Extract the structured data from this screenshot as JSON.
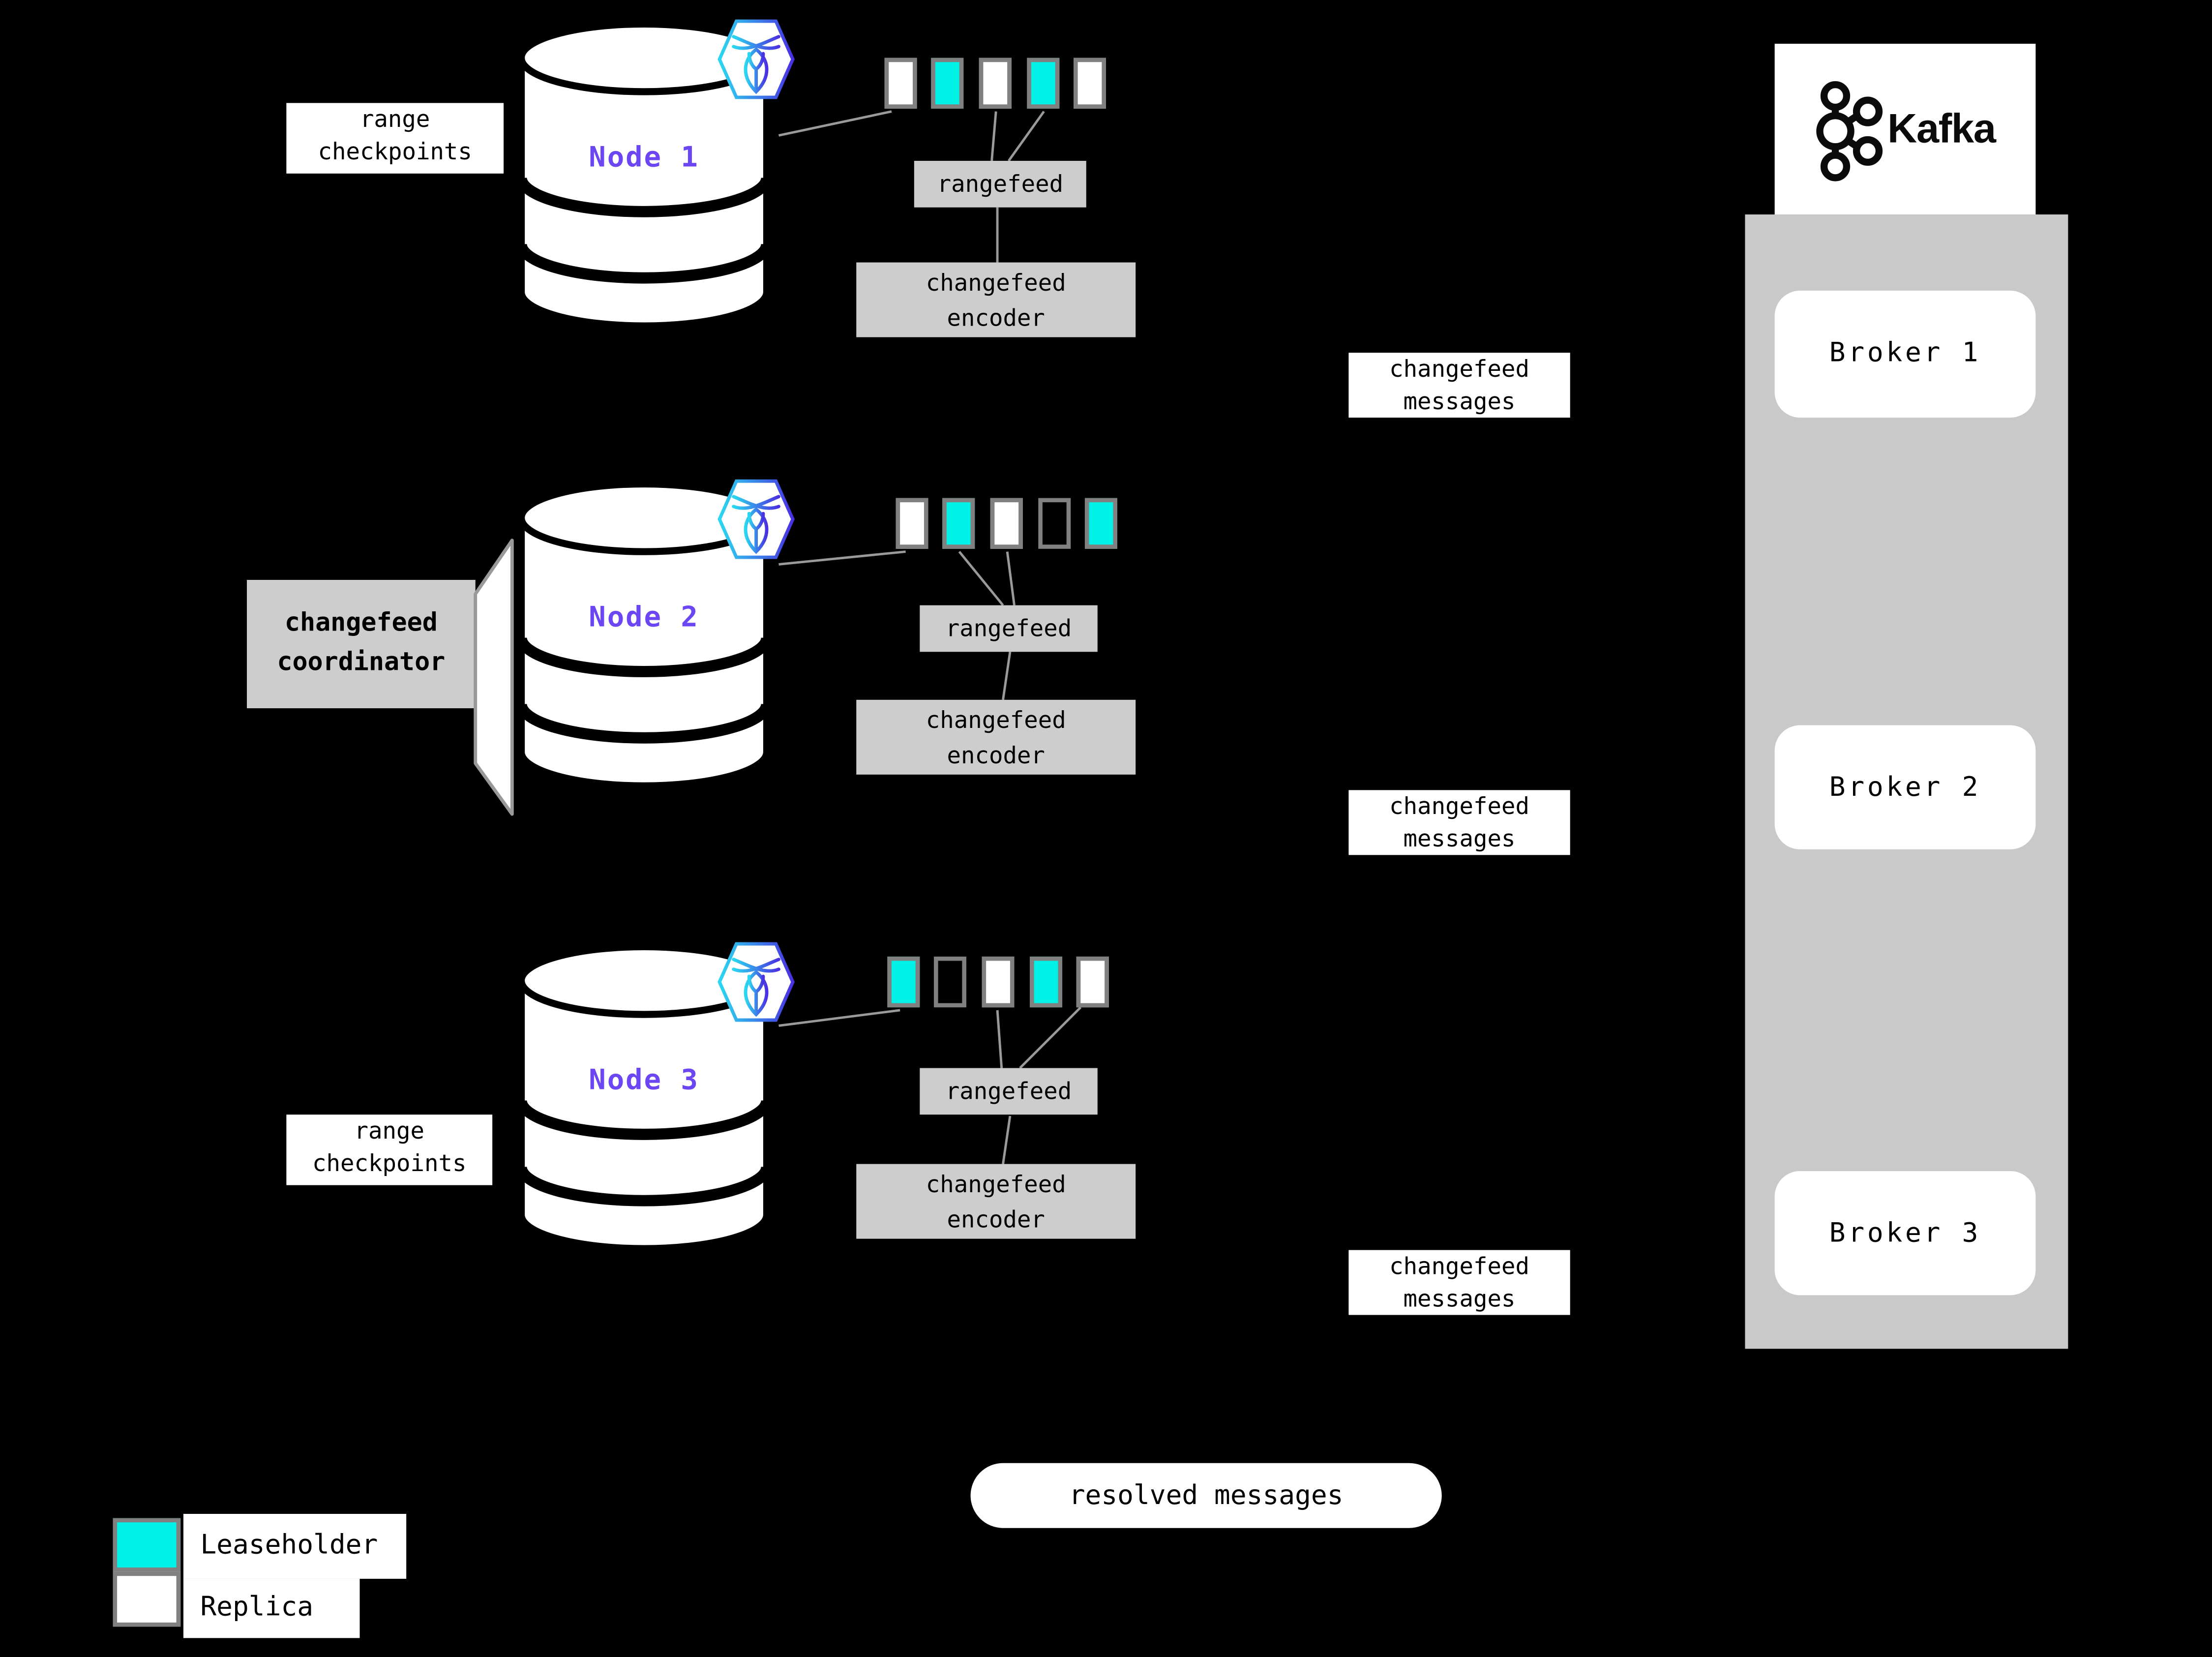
{
  "colors": {
    "background": "#000000",
    "leaseholder": "#00F2E6",
    "replica": "#FFFFFF",
    "box_gray": "#CDCDCD",
    "container_gray": "#C9C9C9",
    "border_gray": "#808080",
    "line_gray": "#9A9A9A",
    "outline": "#000000",
    "node_label": "#6B46F2",
    "crdb_gradient_start": "#2BD8F0",
    "crdb_gradient_end": "#4A30E2"
  },
  "nodes": [
    {
      "name": "Node 1",
      "side_label": [
        "range",
        "checkpoints"
      ],
      "ranges": [
        "replica",
        "leaseholder",
        "replica",
        "leaseholder",
        "replica"
      ],
      "rangefeed_label": "rangefeed",
      "encoder_label": [
        "changefeed",
        "encoder"
      ],
      "messages_label": [
        "changefeed",
        "messages"
      ]
    },
    {
      "name": "Node 2",
      "side_label": [
        "changefeed",
        "coordinator"
      ],
      "ranges": [
        "replica",
        "leaseholder",
        "replica",
        "empty",
        "leaseholder"
      ],
      "rangefeed_label": "rangefeed",
      "encoder_label": [
        "changefeed",
        "encoder"
      ],
      "messages_label": [
        "changefeed",
        "messages"
      ]
    },
    {
      "name": "Node 3",
      "side_label": [
        "range",
        "checkpoints"
      ],
      "ranges": [
        "leaseholder",
        "empty",
        "replica",
        "leaseholder",
        "replica"
      ],
      "rangefeed_label": "rangefeed",
      "encoder_label": [
        "changefeed",
        "encoder"
      ],
      "messages_label": [
        "changefeed",
        "messages"
      ]
    }
  ],
  "kafka": {
    "title": "Kafka",
    "brokers": [
      {
        "label": "Broker 1"
      },
      {
        "label": "Broker 2"
      },
      {
        "label": "Broker 3"
      }
    ]
  },
  "resolved_label": "resolved messages",
  "legend": {
    "items": [
      {
        "label": "Leaseholder",
        "type": "leaseholder"
      },
      {
        "label": "Replica",
        "type": "replica"
      }
    ]
  }
}
